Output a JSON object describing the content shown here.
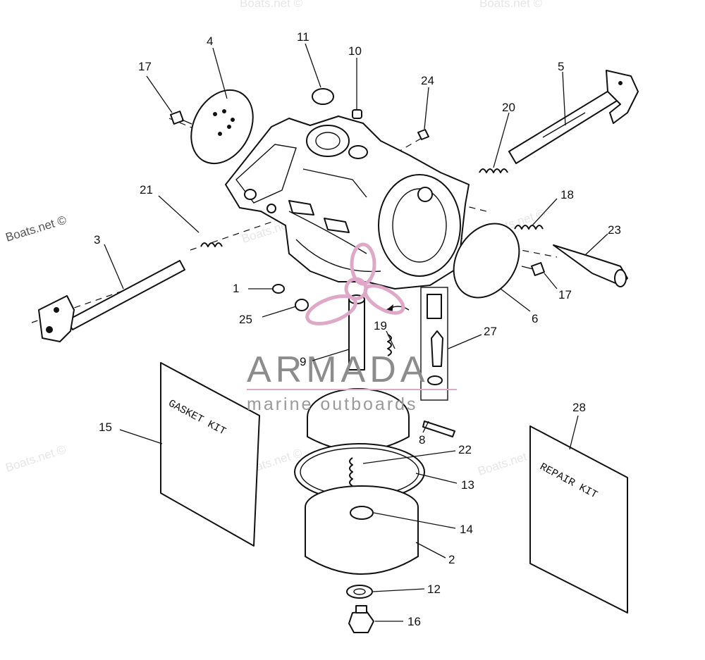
{
  "watermarks": {
    "boats_net": "Boats.net ©"
  },
  "logo": {
    "name": "ARMADA",
    "tagline": "marine outboards",
    "accent_color": "#e0a8c8",
    "text_color": "#8c8c8c"
  },
  "kits": {
    "gasket": "GASKET KIT",
    "repair": "REPAIR KIT"
  },
  "callouts": [
    {
      "id": "c1",
      "label": "1"
    },
    {
      "id": "c2",
      "label": "2"
    },
    {
      "id": "c3",
      "label": "3"
    },
    {
      "id": "c4",
      "label": "4"
    },
    {
      "id": "c5",
      "label": "5"
    },
    {
      "id": "c6",
      "label": "6"
    },
    {
      "id": "c8",
      "label": "8"
    },
    {
      "id": "c9",
      "label": "9"
    },
    {
      "id": "c10",
      "label": "10"
    },
    {
      "id": "c11",
      "label": "11"
    },
    {
      "id": "c12",
      "label": "12"
    },
    {
      "id": "c13",
      "label": "13"
    },
    {
      "id": "c14",
      "label": "14"
    },
    {
      "id": "c15",
      "label": "15"
    },
    {
      "id": "c16",
      "label": "16"
    },
    {
      "id": "c17a",
      "label": "17"
    },
    {
      "id": "c17b",
      "label": "17"
    },
    {
      "id": "c18",
      "label": "18"
    },
    {
      "id": "c19",
      "label": "19"
    },
    {
      "id": "c20",
      "label": "20"
    },
    {
      "id": "c21",
      "label": "21"
    },
    {
      "id": "c22",
      "label": "22"
    },
    {
      "id": "c23",
      "label": "23"
    },
    {
      "id": "c24",
      "label": "24"
    },
    {
      "id": "c25",
      "label": "25"
    },
    {
      "id": "c27",
      "label": "27"
    },
    {
      "id": "c28",
      "label": "28"
    }
  ]
}
